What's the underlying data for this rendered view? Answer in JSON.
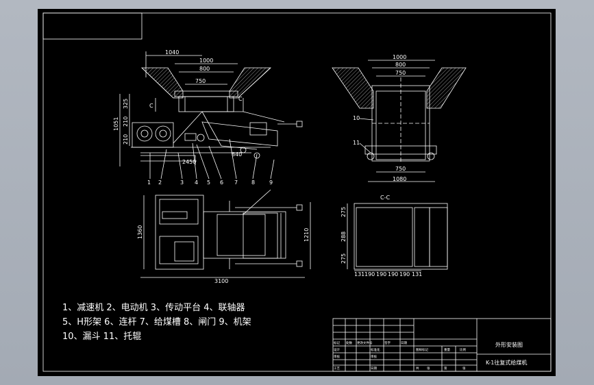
{
  "drawing": {
    "title": "外形安装图",
    "subtitle": "K-1往复式给煤机",
    "section_label": "C-C",
    "cut_marks": [
      "C",
      "C"
    ]
  },
  "dimensions": {
    "front_view": [
      "1040",
      "1000",
      "800",
      "750",
      "325",
      "210",
      "210",
      "1051",
      "2450",
      "840"
    ],
    "side_view": [
      "1000",
      "800",
      "750",
      "750",
      "1080"
    ],
    "plan_view": [
      "1360",
      "1210",
      "3100"
    ],
    "section_view": [
      "275",
      "288",
      "275",
      "131",
      "190",
      "190",
      "190",
      "190",
      "131"
    ]
  },
  "callouts": {
    "front_numbers": [
      "1",
      "2",
      "3",
      "4",
      "5",
      "6",
      "7",
      "8",
      "9"
    ],
    "side_numbers": [
      "10",
      "11"
    ]
  },
  "legend": {
    "line1": "1、减速机  2、电动机  3、传动平台  4、联轴器",
    "line2": "5、H形架  6、连杆  7、给煤槽  8、闸门  9、机架",
    "line3": "10、漏斗  11、托辊"
  },
  "title_block": {
    "row1": [
      "标记",
      "处数",
      "更改文件号",
      "签字",
      "日期"
    ],
    "row2": [
      "设计",
      "标准化"
    ],
    "row3": [
      "审核",
      "审核"
    ],
    "row4": [
      "工艺",
      "日期"
    ],
    "cols": [
      "图样标记",
      "重量",
      "比例"
    ],
    "sheet": [
      "共",
      "张",
      "第",
      "张"
    ]
  },
  "colors": {
    "background": "#000000",
    "lines": "#ffffff",
    "frame": "#a9b0ba"
  }
}
